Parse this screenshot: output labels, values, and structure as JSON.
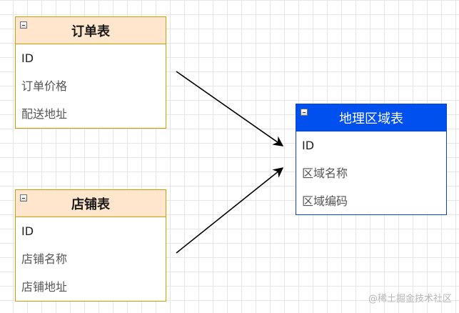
{
  "tables": [
    {
      "title": "订单表",
      "fields": [
        "ID",
        "订单价格",
        "配送地址"
      ]
    },
    {
      "title": "店铺表",
      "fields": [
        "ID",
        "店铺名称",
        "店铺地址"
      ]
    },
    {
      "title": "地理区域表",
      "fields": [
        "ID",
        "区域名称",
        "区域编码"
      ]
    }
  ],
  "watermark": "@稀土掘金技术社区",
  "colors": {
    "orange_fill": "#ffe6cc",
    "orange_stroke": "#d79b00",
    "blue_fill": "#0050ef",
    "blue_stroke": "#0b43c9"
  },
  "icons": [
    "collapse-icon"
  ]
}
